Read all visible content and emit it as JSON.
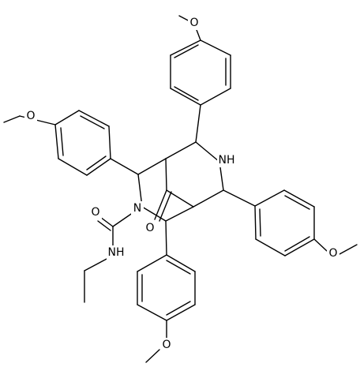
{
  "structure": {
    "atom_labels": {
      "methoxy_top": "O",
      "methoxy_left": "O",
      "methoxy_right": "O",
      "methoxy_bottom": "O",
      "amine_nh": "NH",
      "ring_n": "N",
      "ketone_o": "O",
      "amide_o": "O",
      "amide_nh": "NH"
    }
  }
}
